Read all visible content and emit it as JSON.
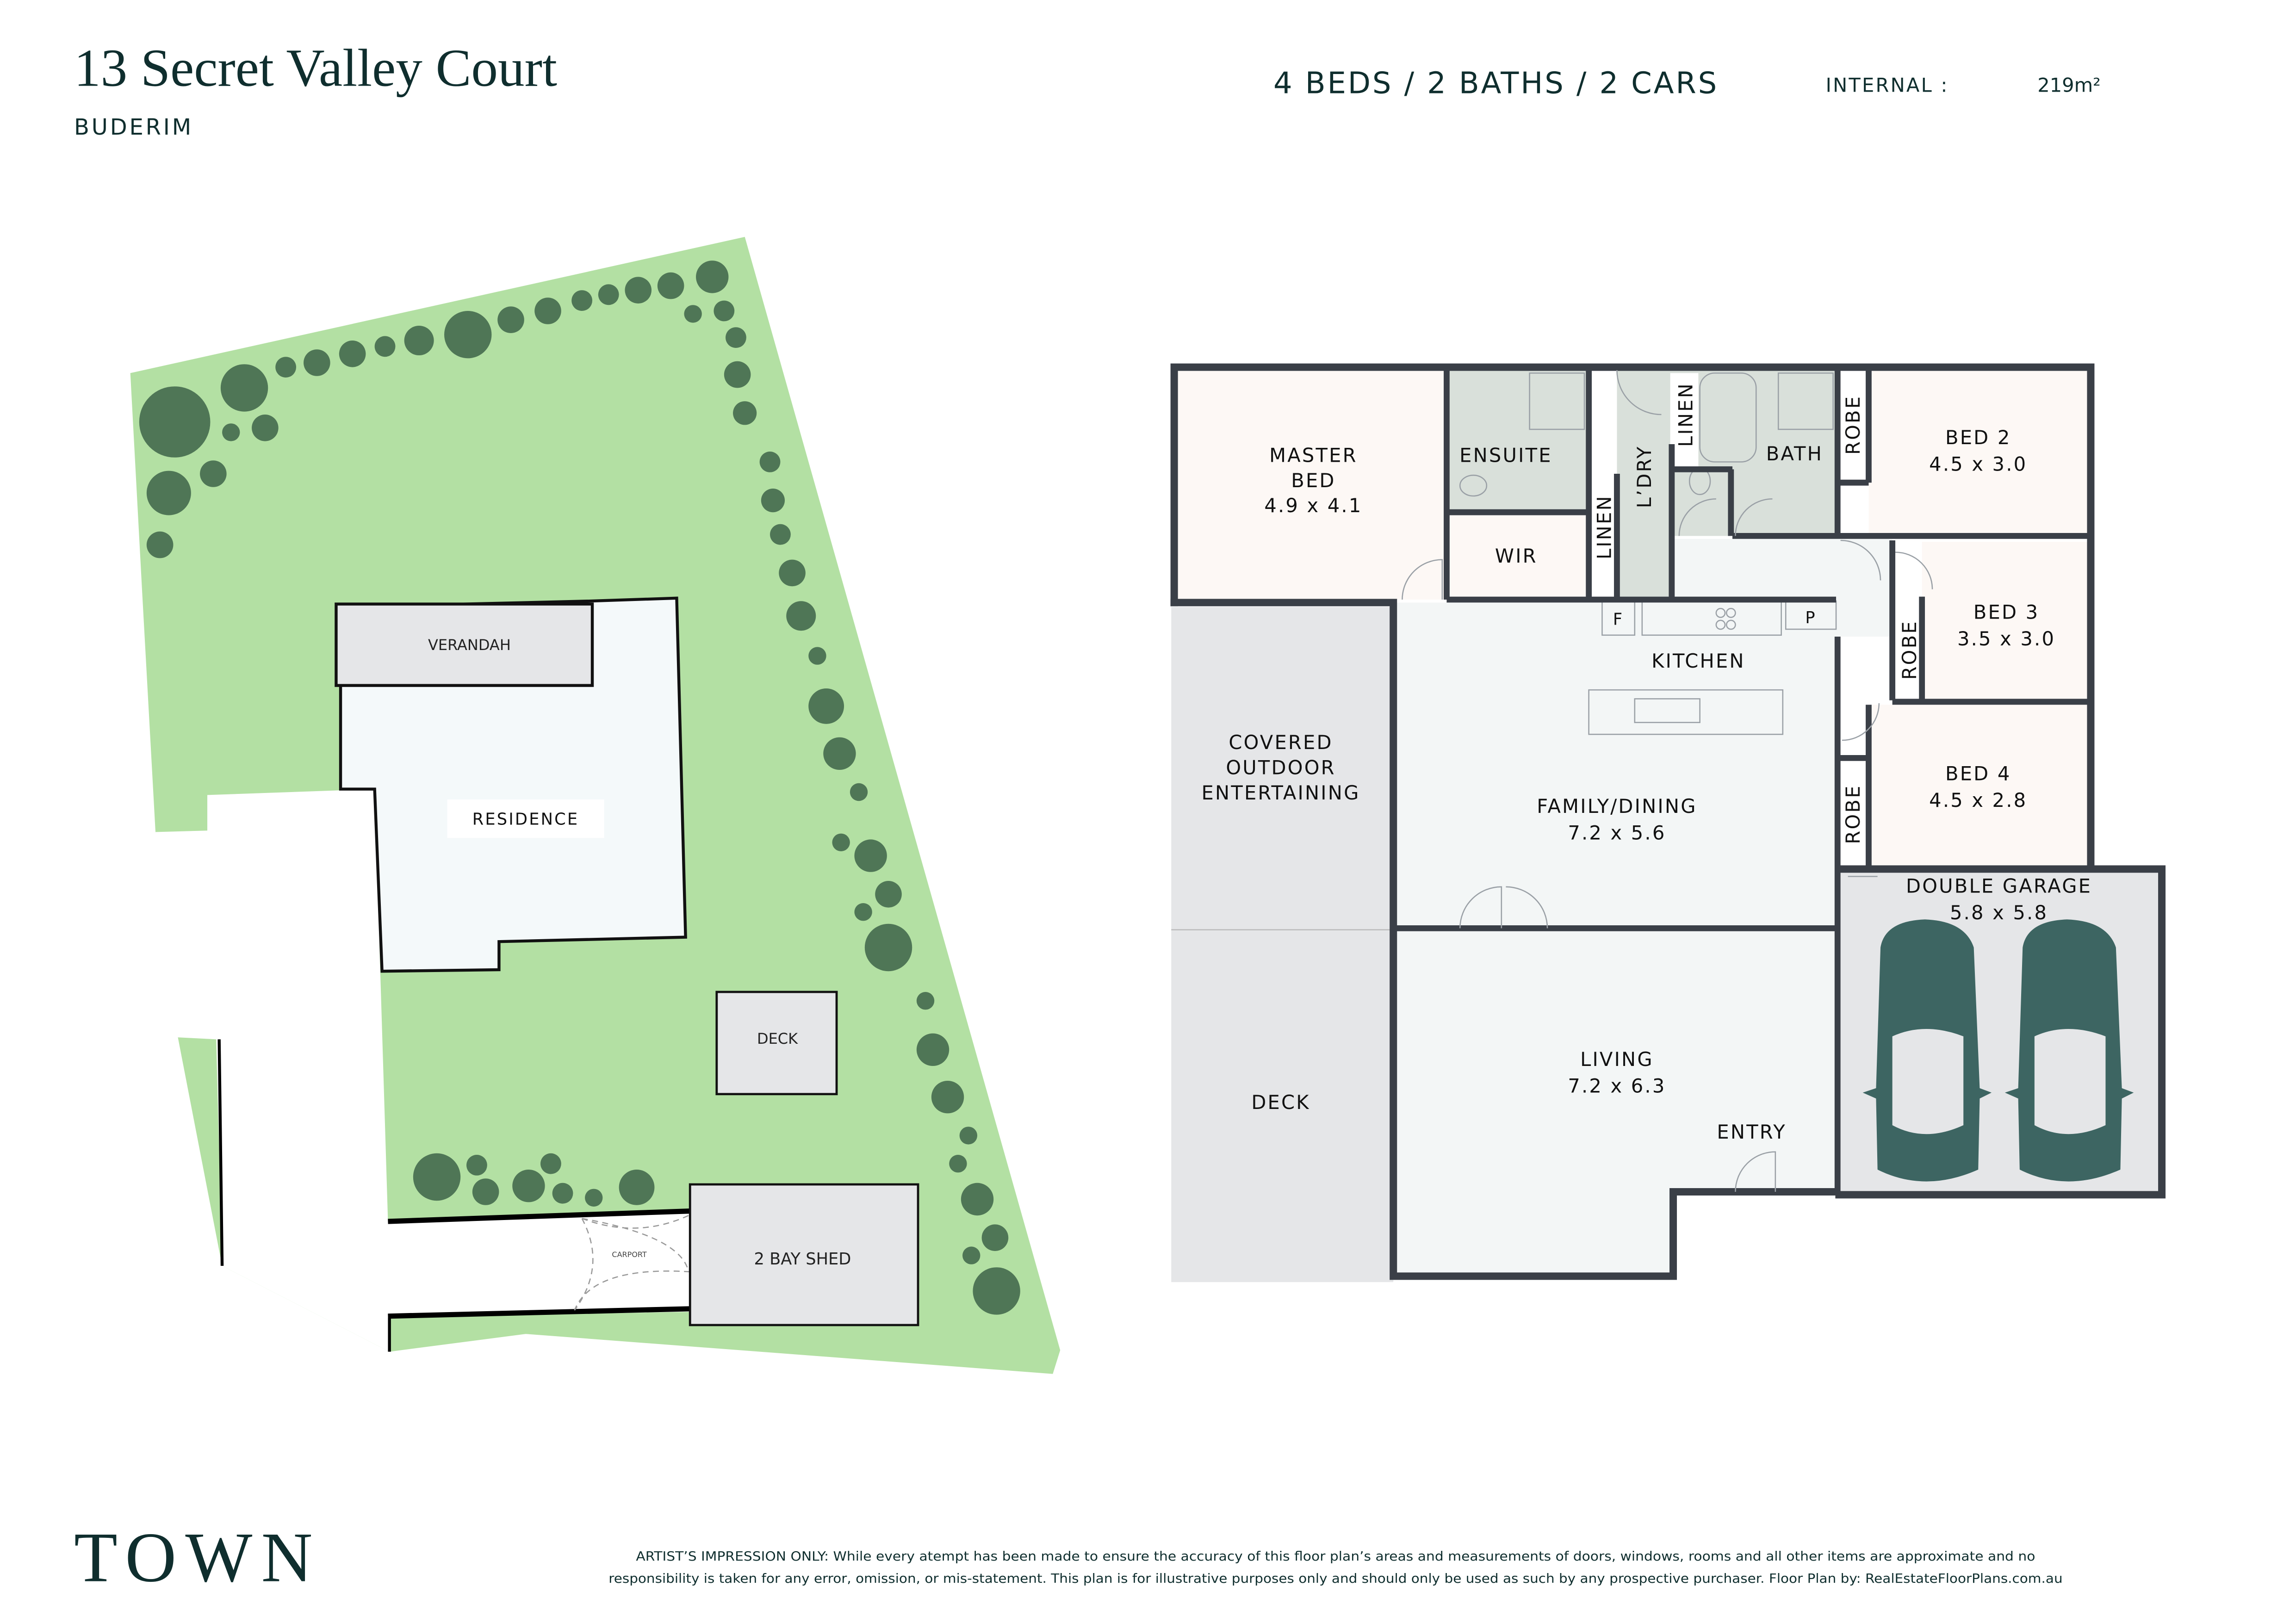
{
  "header": {
    "address": "13 Secret Valley Court",
    "suburb": "BUDERIM",
    "summary": "4 BEDS / 2 BATHS / 2 CARS",
    "internal_label": "INTERNAL :",
    "internal_value": "219m²"
  },
  "site_plan": {
    "verandah": "VERANDAH",
    "residence": "RESIDENCE",
    "deck": "DECK",
    "carport": "CARPORT",
    "shed": "2 BAY SHED"
  },
  "floor_plan": {
    "master_bed": {
      "name_1": "MASTER",
      "name_2": "BED",
      "size": "4.9 x 4.1"
    },
    "ensuite": "ENSUITE",
    "wir": "WIR",
    "linen_1": "LINEN",
    "laundry": "L’DRY",
    "linen_2": "LINEN",
    "bath": "BATH",
    "robe_1": "ROBE",
    "bed_2": {
      "name": "BED 2",
      "size": "4.5 x 3.0"
    },
    "robe_2": "ROBE",
    "bed_3": {
      "name": "BED 3",
      "size": "3.5 x 3.0"
    },
    "robe_3": "ROBE",
    "bed_4": {
      "name": "BED 4",
      "size": "4.5 x 2.8"
    },
    "fridge": "F",
    "pantry": "P",
    "kitchen": "KITCHEN",
    "covered": {
      "line_1": "COVERED",
      "line_2": "OUTDOOR",
      "line_3": "ENTERTAINING"
    },
    "family": {
      "name": "FAMILY/DINING",
      "size": "7.2 x 5.6"
    },
    "garage": {
      "name": "DOUBLE GARAGE",
      "size": "5.8 x 5.8"
    },
    "living": {
      "name": "LIVING",
      "size": "7.2 x 6.3"
    },
    "deck": "DECK",
    "entry": "ENTRY"
  },
  "footer": {
    "logo": "TOWN",
    "disclaimer_1": "ARTIST’S IMPRESSION ONLY: While every atempt has been made to ensure the accuracy of this floor plan’s areas and measurements of doors, windows, rooms and all other items are approximate and no",
    "disclaimer_2": "responsibility is taken for any error, omission, or mis-statement. This plan is for illustrative purposes only and should only be used as such by any prospective purchaser. Floor Plan by: RealEstateFloorPlans.com.au"
  },
  "colors": {
    "brand": "#0f2e2e",
    "lawn": "#b3e0a3",
    "tree": "#4f7656",
    "wall": "#3a3f47",
    "car": "#3d6562"
  }
}
